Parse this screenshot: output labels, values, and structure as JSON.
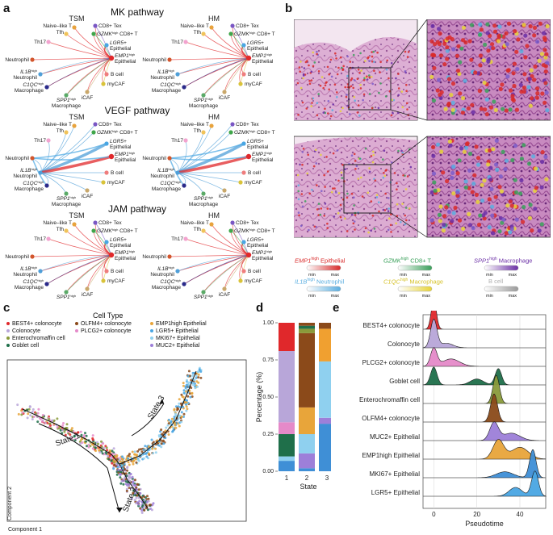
{
  "panels": {
    "a": "a",
    "b": "b",
    "c": "c",
    "d": "d",
    "e": "e"
  },
  "panel_a": {
    "pathways": [
      {
        "title": "MK pathway"
      },
      {
        "title": "VEGF pathway"
      },
      {
        "title": "JAM pathway"
      }
    ],
    "conditions": [
      "TSM",
      "HM"
    ],
    "nodes": {
      "naive": "Naive–like T",
      "tfh": "Tfh",
      "cd8tex": "CD8+ Tex",
      "gzmk": "GZMK",
      "gzmk_sup": "high",
      "gzmk_rest": " CD8+ T",
      "th17": "Th17",
      "lgr5": "LGR5+",
      "epithelial": "Epithelial",
      "emp1": "EMP1",
      "emp1_sup": "high",
      "neutrophil": "Neutrophil",
      "il1b": "IL1B",
      "il1b_sup": "high",
      "bcell": "B cell",
      "mycaf": "myCAF",
      "c1qc": "C1QC",
      "c1qc_sup": "high",
      "macrophage": "Macrophage",
      "spp1": "SPP1",
      "spp1_sup": "high",
      "icaf": "iCAF"
    },
    "colors": {
      "naive": "#e8a33d",
      "tfh": "#f0c35a",
      "cd8tex": "#7a57c4",
      "gzmk": "#3fa64a",
      "th17": "#f2a3cf",
      "lgr5": "#49a6e3",
      "emp1": "#e0282b",
      "neutrophil": "#d2562d",
      "il1b": "#4f9fd8",
      "bcell": "#ef7d7d",
      "mycaf": "#d9c33a",
      "c1qc": "#2a2a8a",
      "spp1": "#5aaa67",
      "icaf": "#c9a86b"
    }
  },
  "panel_b": {
    "legend": [
      {
        "name": "EMP1",
        "sup": "high",
        "rest": " Epithelial",
        "color": "#d92a2a",
        "grad": [
          "#ffffff",
          "#d92a2a"
        ]
      },
      {
        "name": "GZMK",
        "sup": "high",
        "rest": " CD8+ T",
        "color": "#3aa05a",
        "grad": [
          "#ffffff",
          "#3aa05a"
        ]
      },
      {
        "name": "SPP1",
        "sup": "high",
        "rest": " Macrophage",
        "color": "#6b2fa6",
        "grad": [
          "#ffffff",
          "#6b2fa6"
        ]
      },
      {
        "name": "IL1B",
        "sup": "high",
        "rest": " Neutrophil",
        "color": "#5aaee0",
        "grad": [
          "#ffffff",
          "#5aaee0"
        ]
      },
      {
        "name": "C1QC",
        "sup": "high",
        "rest": " Macrophage",
        "color": "#e8d43a",
        "grad": [
          "#ffffff",
          "#e8d43a"
        ]
      },
      {
        "name": "B cell",
        "sup": "",
        "rest": "",
        "color": "#b0b0b0",
        "grad": [
          "#ffffff",
          "#9a9a9a"
        ]
      }
    ],
    "min_label": "min",
    "max_label": "max"
  },
  "panel_c": {
    "legend_title": "Cell Type",
    "legend_items": [
      {
        "label": "BEST4+ colonocyte",
        "color": "#e0282b"
      },
      {
        "label": "Colonocyte",
        "color": "#b8a6d9"
      },
      {
        "label": "Enterochromaffin cell",
        "color": "#8a9a3a"
      },
      {
        "label": "Goblet cell",
        "color": "#1f6f4a"
      },
      {
        "label": "OLFM4+ colonocyte",
        "color": "#8b4a1a"
      },
      {
        "label": "PLCG2+ colonocyte",
        "color": "#e58ac9"
      },
      {
        "label": "EMP1high Epithelial",
        "color": "#e8a53a"
      },
      {
        "label": "LGR5+ Epithelial",
        "color": "#49a6e3"
      },
      {
        "label": "MKI67+ Epithelial",
        "color": "#8fd0ef"
      },
      {
        "label": "MUC2+ Epithelial",
        "color": "#9d7fd9"
      }
    ],
    "state1": "State 1",
    "state2": "State 2",
    "state3": "State 3",
    "xlabel": "Component 1",
    "ylabel": "Component 2"
  },
  "chart_data": [
    {
      "type": "bar",
      "stacked": true,
      "categories": [
        "1",
        "2",
        "3"
      ],
      "xlabel": "State",
      "ylabel": "Percentage (%)",
      "ylim": [
        0,
        1
      ],
      "yticks": [
        "0.00",
        "0.25",
        "0.50",
        "0.75",
        "1.00"
      ],
      "series": [
        {
          "name": "LGR5+ Epithelial",
          "color": "#3f8fd6",
          "values": [
            0.07,
            0.02,
            0.32
          ]
        },
        {
          "name": "MUC2+ Epithelial",
          "color": "#9d7fd9",
          "values": [
            0.0,
            0.1,
            0.04
          ]
        },
        {
          "name": "MKI67+ Epithelial",
          "color": "#8fd0ef",
          "values": [
            0.03,
            0.13,
            0.38
          ]
        },
        {
          "name": "Goblet cell",
          "color": "#1f6f4a",
          "values": [
            0.15,
            0.0,
            0.0
          ]
        },
        {
          "name": "EMP1high Epithelial",
          "color": "#e8a53a",
          "values": [
            0.0,
            0.18,
            0.0
          ]
        },
        {
          "name": "PLCG2+ colonocyte",
          "color": "#e58ac9",
          "values": [
            0.08,
            0.0,
            0.0
          ]
        },
        {
          "name": "OLFM4+ colonocyte",
          "color": "#8b4a1a",
          "values": [
            0.0,
            0.5,
            0.0
          ]
        },
        {
          "name": "Colonocyte",
          "color": "#b8a6d9",
          "values": [
            0.48,
            0.0,
            0.0
          ]
        },
        {
          "name": "EMP1high Epithelial top",
          "color": "#f0a030",
          "values": [
            0.0,
            0.0,
            0.22
          ]
        },
        {
          "name": "Enterochromaffin cell",
          "color": "#8a9a3a",
          "values": [
            0.0,
            0.03,
            0.0
          ]
        },
        {
          "name": "BEST4+ colonocyte",
          "color": "#e0282b",
          "values": [
            0.19,
            0.0,
            0.0
          ]
        },
        {
          "name": "Goblet top",
          "color": "#1f6f4a",
          "values": [
            0.0,
            0.02,
            0.0
          ]
        },
        {
          "name": "OLFM4 top",
          "color": "#8b4a1a",
          "values": [
            0.0,
            0.02,
            0.04
          ]
        }
      ]
    },
    {
      "type": "area",
      "xlabel": "Pseudotime",
      "xticks": [
        "0",
        "20",
        "40"
      ],
      "xlim": [
        -5,
        52
      ],
      "rows": [
        {
          "label": "BEST4+ colonocyte",
          "color": "#e0282b",
          "peaks": [
            [
              0,
              1.0,
              1.2
            ]
          ]
        },
        {
          "label": "Colonocyte",
          "color": "#b8a6d9",
          "peaks": [
            [
              0,
              0.95,
              1.5
            ],
            [
              6,
              0.15,
              3
            ]
          ]
        },
        {
          "label": "PLCG2+ colonocyte",
          "color": "#e58ac9",
          "peaks": [
            [
              0,
              0.6,
              1.5
            ],
            [
              8,
              0.25,
              4
            ]
          ]
        },
        {
          "label": "Goblet cell",
          "color": "#1f6f4a",
          "peaks": [
            [
              0,
              0.6,
              1.5
            ],
            [
              20,
              0.2,
              3
            ],
            [
              30,
              0.55,
              1.5
            ]
          ]
        },
        {
          "label": "Enterochromaffin cell",
          "color": "#8a9a3a",
          "peaks": [
            [
              29,
              0.95,
              1.5
            ]
          ]
        },
        {
          "label": "OLFM4+ colonocyte",
          "color": "#8b4a1a",
          "peaks": [
            [
              28,
              0.95,
              1.6
            ]
          ]
        },
        {
          "label": "MUC2+ Epithelial",
          "color": "#9d7fd9",
          "peaks": [
            [
              28,
              0.6,
              2
            ],
            [
              36,
              0.25,
              4
            ]
          ]
        },
        {
          "label": "EMP1high Epithelial",
          "color": "#e8a53a",
          "peaks": [
            [
              30,
              0.65,
              2.5
            ],
            [
              40,
              0.4,
              4
            ]
          ]
        },
        {
          "label": "MKI67+ Epithelial",
          "color": "#3f8fd6",
          "peaks": [
            [
              33,
              0.2,
              4
            ],
            [
              46,
              0.95,
              1.5
            ]
          ]
        },
        {
          "label": "LGR5+ Epithelial",
          "color": "#49a6e3",
          "peaks": [
            [
              38,
              0.3,
              3
            ],
            [
              47,
              0.85,
              1.6
            ]
          ]
        }
      ]
    }
  ]
}
